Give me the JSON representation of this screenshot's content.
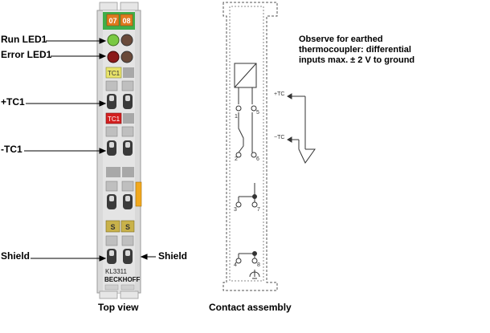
{
  "terminal": {
    "channel_numbers": [
      "07",
      "08"
    ],
    "tc_tags": [
      "TC1",
      "TC1"
    ],
    "shield_tags": [
      "S",
      "S"
    ],
    "model": "KL3311",
    "brand": "BECKHOFF",
    "colors": {
      "body": "#d9d9d9",
      "header_green": "#3fae49",
      "number_tag": "#e07a1e",
      "run_led": "#7ac943",
      "error_led": "#8b1a1a",
      "tc_tag_yellow": "#e8e36a",
      "tc_tag_red": "#d32020",
      "shield_tag": "#c9b24a",
      "side_tab": "#f2a81d"
    }
  },
  "labels": {
    "run_led": "Run LED1",
    "error_led": "Error LED1",
    "tc_plus": "+TC1",
    "tc_minus": "-TC1",
    "shield_left": "Shield",
    "shield_right": "Shield"
  },
  "captions": {
    "top_view": "Top view",
    "contact_assembly": "Contact assembly"
  },
  "note": {
    "lines": [
      "Observe for earthed",
      "thermocoupler: differential",
      "inputs max. ± 2 V to ground"
    ]
  },
  "contacts": {
    "numbers": [
      "1",
      "5",
      "2",
      "6",
      "3",
      "7",
      "4",
      "8"
    ],
    "tc_plus": "+TC",
    "tc_minus": "−TC"
  }
}
